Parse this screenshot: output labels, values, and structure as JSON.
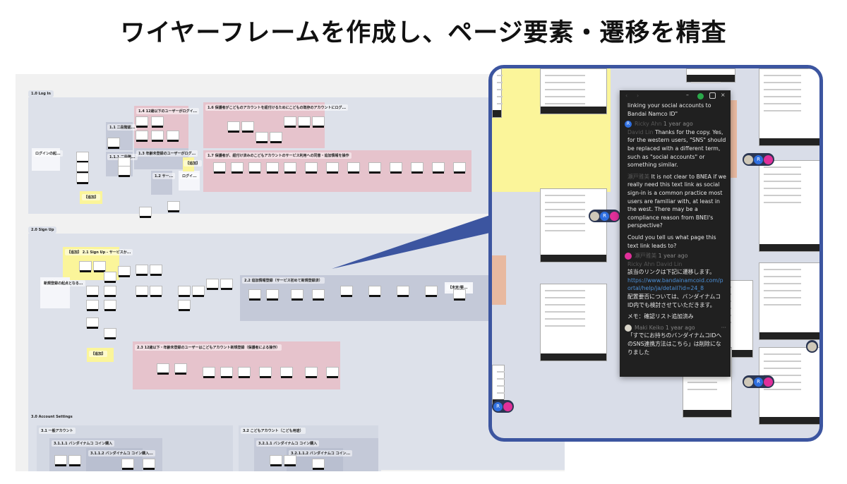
{
  "title": "ワイヤーフレームを作成し、ページ要素・遷移を精査",
  "board": {
    "sections": [
      {
        "label": "1.0 Log In",
        "groups": [
          "1.4 12歳以下のユーザーがログイ...",
          "1.3 年齢未登録のユーザーがログ...",
          "1.6 保護者がこどものアカウントを紐付けるためにこどもの既存のアカウントにログ...",
          "1.7 保護者が、紐付け済みのこどもアカウントのサービス利用への同意・追加情報を操作",
          "1.1 二段階認...",
          "1.1.1 二段階...",
          "1.2 サー...",
          "ログインの起...",
          "ログイ...",
          "【追加】",
          "【追加】"
        ]
      },
      {
        "label": "2.0 Sign Up",
        "groups": [
          "【追加】 2.1 Sign Up - サービスか...",
          "新規登録の起点となる...",
          "2.2 追加情報登録（サービス初めて新規登録済）",
          "2.3 12歳以下・年齢未登録のユーザーはこどもアカウント新規登録（保護者による操作）",
          "【追加】",
          "【未定/要..."
        ]
      },
      {
        "label": "3.0 Account Settings",
        "groups": [
          "3.1 一般アカウント",
          "3.1.1.1 バンダイナムコ コイン購入",
          "3.1.1.2 バンダイナムコ コイン購入...",
          "3.2 こどもアカウント（こども用途）",
          "3.2.1.1 バンダイナムコ コイン購入",
          "3.2.1.1.2 バンダイナムコ コイン..."
        ]
      }
    ]
  },
  "comments": {
    "header_icons": [
      "back-icon",
      "forward-icon",
      "minimize-icon",
      "resolve-check-icon",
      "share-icon",
      "close-icon"
    ],
    "items": [
      {
        "text": "linking your social accounts to Bandai Namco ID\""
      },
      {
        "author": "Ricky Ahn",
        "avatar": "R",
        "avatar_color": "#2f6fe0",
        "time": "1 year ago",
        "mention1": "David Lin",
        "text1": "Thanks for the copy. Yes, for the western users, \"SNS\" should be replaced with a different term, such as \"social accounts\" or something similar.",
        "mention2": "瀬戸雅美",
        "text2": "It is not clear to BNEA if we really need this text link as social sign-in is a common practice most users are familiar with, at least in the west. There may be a compliance reason from BNEI's perspective?",
        "text3": "Could you tell us what page this text link leads to?"
      },
      {
        "author": "瀬戸雅美",
        "avatar_color": "#e0309a",
        "time": "1 year ago",
        "mentions": "Ricky Ahn  David Lin",
        "text1": "該当のリンクは下記に遷移します。",
        "link": "https://www.bandainamcoid.com/portal/help/ja/detail?id=24_8",
        "text2": "配置要否については、バンダイナムコID内でも検討させていただきます。",
        "text3": "メモ：確認リスト追加済み"
      },
      {
        "author": "Maki Keiko",
        "avatar_color": "#d8d4c8",
        "time": "1 year ago",
        "text1": "「すでにお持ちのバンダイナムコIDへのSNS連携方法はこちら」は削除になりました"
      }
    ]
  },
  "colors": {
    "accent": "#3c55a0",
    "section_bg": "#dde1ea",
    "pink": "#e6c3cc",
    "yellow": "#fbf59a",
    "panel_dark": "#202020"
  }
}
